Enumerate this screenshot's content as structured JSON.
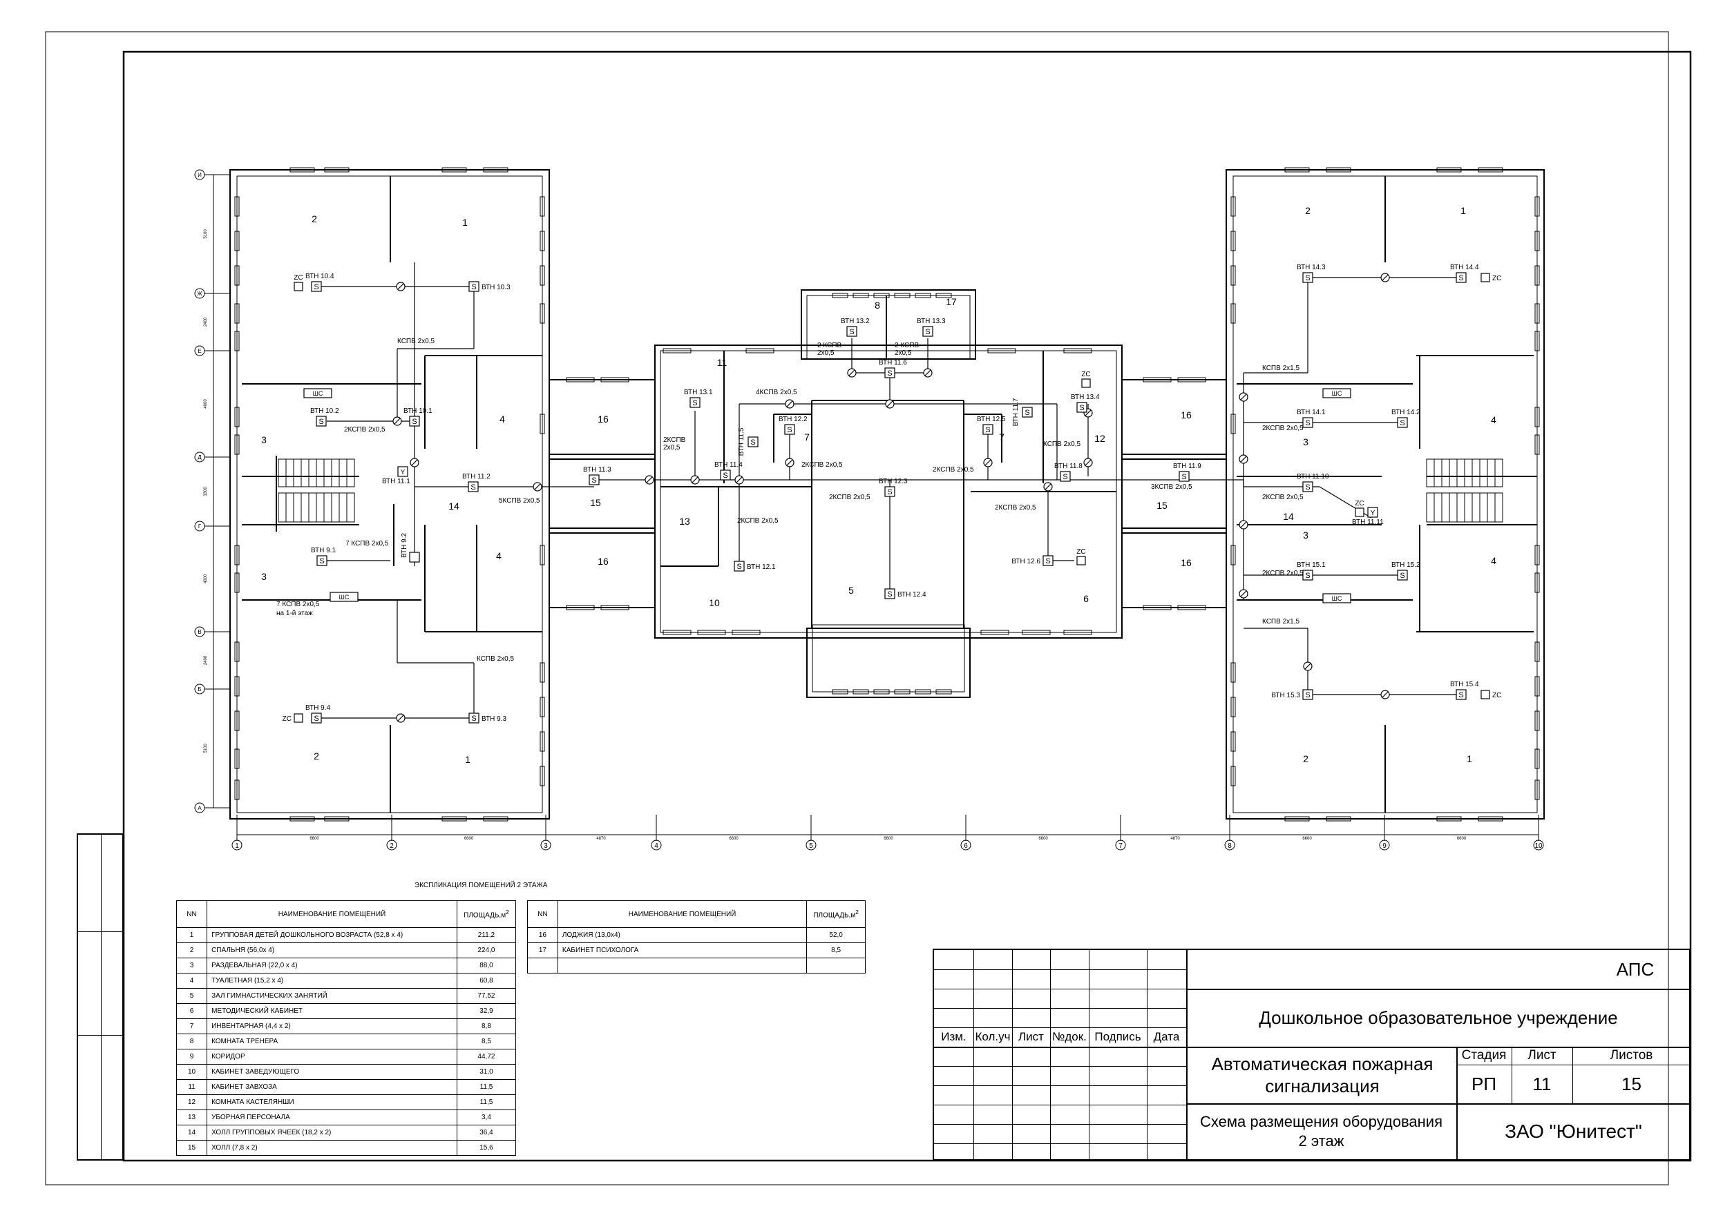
{
  "grid_axes": {
    "rows": [
      "И",
      "Ж",
      "Е",
      "Д",
      "Г",
      "В",
      "Б",
      "А"
    ],
    "cols": [
      "1",
      "2",
      "3",
      "4",
      "5",
      "6",
      "7",
      "8",
      "9",
      "10"
    ],
    "col_dims": [
      "6600",
      "6600",
      "4870",
      "6600",
      "6600",
      "6600",
      "4870",
      "6600",
      "6600"
    ],
    "row_dims": [
      "5100",
      "2400",
      "4000",
      "3300",
      "4000",
      "2400",
      "5100"
    ]
  },
  "rooms": {
    "left": [
      "2",
      "1",
      "3",
      "4",
      "16",
      "14",
      "15",
      "3",
      "4",
      "16",
      "2",
      "1"
    ],
    "center": [
      "11",
      "8",
      "17",
      "13",
      "10",
      "5",
      "6",
      "7",
      "7",
      "12"
    ],
    "right": [
      "2",
      "1",
      "16",
      "4",
      "3",
      "15",
      "14",
      "3",
      "4",
      "16",
      "2",
      "1"
    ]
  },
  "device_labels": {
    "btn_10_4": "ВТН 10.4",
    "btn_10_3": "ВТН 10.3",
    "btn_10_2": "ВТН 10.2",
    "btn_10_1": "ВТН 10.1",
    "btn_11_1": "ВТН 11.1",
    "btn_11_2": "ВТН 11.2",
    "btn_11_3": "ВТН 11.3",
    "btn_11_4": "ВТН 11.4",
    "btn_11_5": "ВТН 11.5",
    "btn_11_6": "ВТН 11.6",
    "btn_11_7": "ВТН 11.7",
    "btn_11_8": "ВТН 11.8",
    "btn_11_9": "ВТН 11.9",
    "btn_11_10": "ВТН 11.10",
    "btn_11_11": "ВТН 11.11",
    "btn_9_1": "ВТН 9.1",
    "btn_9_2": "ВТН 9.2",
    "btn_9_3": "ВТН 9.3",
    "btn_9_4": "ВТН 9.4",
    "btn_12_1": "ВТН 12.1",
    "btn_12_2": "ВТН 12.2",
    "btn_12_3": "ВТН 12.3",
    "btn_12_4": "ВТН 12.4",
    "btn_12_5": "ВТН 12.5",
    "btn_12_6": "ВТН 12.6",
    "btn_13_1": "ВТН 13.1",
    "btn_13_2": "ВТН 13.2",
    "btn_13_3": "ВТН 13.3",
    "btn_13_4": "ВТН 13.4",
    "btn_14_1": "ВТН 14.1",
    "btn_14_2": "ВТН 14.2",
    "btn_14_3": "ВТН 14.3",
    "btn_14_4": "ВТН 14.4",
    "btn_15_1": "ВТН 15.1",
    "btn_15_2": "ВТН 15.2",
    "btn_15_3": "ВТН 15.3",
    "btn_15_4": "ВТН 15.4",
    "zc": "ZC",
    "shs": "ШС"
  },
  "cable_labels": {
    "kspv_2x05": "КСПВ 2х0,5",
    "kspv2_2x05": "2КСПВ 2х0,5",
    "kspv4_2x05": "4КСПВ 2х0,5",
    "kspv5_2x05": "5КСПВ 2х0,5",
    "kspv3_2x05": "3КСПВ 2х0,5",
    "kspv7_2x05": "7 КСПВ 2х0,5",
    "kspv_2x15": "КСПВ 2х1,5",
    "kspv2_two_line_a": "2КСПВ",
    "kspv2_two_line_b": "2х0,5",
    "kspv2_space_a": "2 КСПВ",
    "to_first_floor": "на 1-й этаж"
  },
  "explication": {
    "title": "ЭКСПЛИКАЦИЯ ПОМЕЩЕНИЙ 2 ЭТАЖА",
    "headers": {
      "nn": "NN",
      "name": "НАИМЕНОВАНИЕ ПОМЕЩЕНИЙ",
      "area": "ПЛОЩАДЬ,м",
      "sup": "2"
    },
    "rows_left": [
      {
        "n": "1",
        "name": "ГРУППОВАЯ ДЕТЕЙ ДОШКОЛЬНОГО ВОЗРАСТА (52,8 х 4)",
        "area": "211,2"
      },
      {
        "n": "2",
        "name": "СПАЛЬНЯ (56,0х 4)",
        "area": "224,0"
      },
      {
        "n": "3",
        "name": "РАЗДЕВАЛЬНАЯ (22,0 х 4)",
        "area": "88,0"
      },
      {
        "n": "4",
        "name": "ТУАЛЕТНАЯ (15,2 х 4)",
        "area": "60,8"
      },
      {
        "n": "5",
        "name": "ЗАЛ ГИМНАСТИЧЕСКИХ ЗАНЯТИЙ",
        "area": "77,52"
      },
      {
        "n": "6",
        "name": "МЕТОДИЧЕСКИЙ КАБИНЕТ",
        "area": "32,9"
      },
      {
        "n": "7",
        "name": "ИНВЕНТАРНАЯ (4,4 х 2)",
        "area": "8,8"
      },
      {
        "n": "8",
        "name": "КОМНАТА ТРЕНЕРА",
        "area": "8,5"
      },
      {
        "n": "9",
        "name": "КОРИДОР",
        "area": "44,72"
      },
      {
        "n": "10",
        "name": "КАБИНЕТ ЗАВЕДУЮЩЕГО",
        "area": "31,0"
      },
      {
        "n": "11",
        "name": "КАБИНЕТ ЗАВХОЗА",
        "area": "11,5"
      },
      {
        "n": "12",
        "name": "КОМНАТА КАСТЕЛЯНШИ",
        "area": "11,5"
      },
      {
        "n": "13",
        "name": "УБОРНАЯ ПЕРСОНАЛА",
        "area": "3,4"
      },
      {
        "n": "14",
        "name": "ХОЛЛ ГРУППОВЫХ ЯЧЕЕК (18,2 х 2)",
        "area": "36,4"
      },
      {
        "n": "15",
        "name": "ХОЛЛ (7,8 х 2)",
        "area": "15,6"
      }
    ],
    "rows_right": [
      {
        "n": "16",
        "name": "ЛОДЖИЯ (13,0х4)",
        "area": "52,0"
      },
      {
        "n": "17",
        "name": "КАБИНЕТ ПСИХОЛОГА",
        "area": "8,5"
      },
      {
        "n": "",
        "name": "",
        "area": ""
      }
    ]
  },
  "title_block": {
    "code": "АПС",
    "project": "Дошкольное образовательное учреждение",
    "columns": [
      "Изм.",
      "Кол.уч",
      "Лист",
      "№док.",
      "Подпись",
      "Дата"
    ],
    "system": "Автоматическая пожарная сигнализация",
    "stage_header": "Стадия",
    "sheet_header": "Лист",
    "sheets_header": "Листов",
    "stage": "РП",
    "sheet": "11",
    "sheets": "15",
    "drawing_line1": "Схема размещения оборудования",
    "drawing_line2": "2 этаж",
    "company": "ЗАО \"Юнитест\""
  }
}
